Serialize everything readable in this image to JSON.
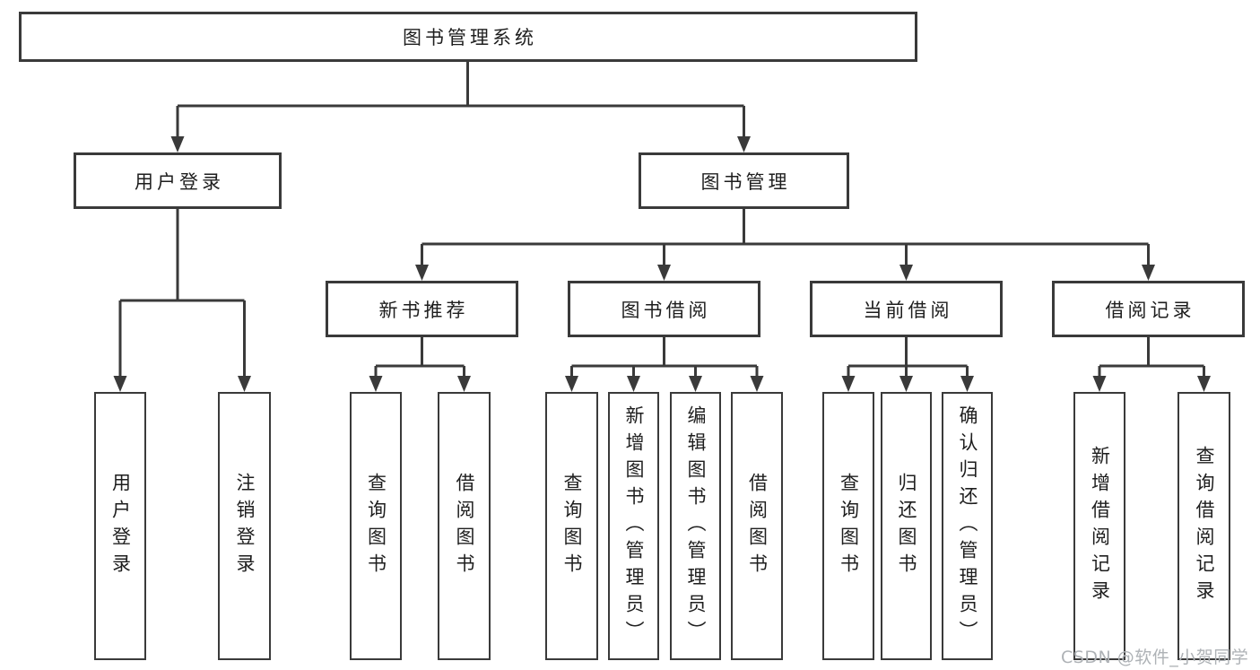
{
  "tree": {
    "label": "图书管理系统",
    "children": [
      {
        "label": "用户登录",
        "children": [
          {
            "label": "用户登录"
          },
          {
            "label": "注销登录"
          }
        ]
      },
      {
        "label": "图书管理",
        "children": [
          {
            "label": "新书推荐",
            "children": [
              {
                "label": "查询图书"
              },
              {
                "label": "借阅图书"
              }
            ]
          },
          {
            "label": "图书借阅",
            "children": [
              {
                "label": "查询图书"
              },
              {
                "label": "新增图书（管理员）"
              },
              {
                "label": "编辑图书（管理员）"
              },
              {
                "label": "借阅图书"
              }
            ]
          },
          {
            "label": "当前借阅",
            "children": [
              {
                "label": "查询图书"
              },
              {
                "label": "归还图书"
              },
              {
                "label": "确认归还（管理员）"
              }
            ]
          },
          {
            "label": "借阅记录",
            "children": [
              {
                "label": "新增借阅记录"
              },
              {
                "label": "查询借阅记录"
              }
            ]
          }
        ]
      }
    ]
  },
  "watermark": {
    "text": "CSDN @软件_小贺同学"
  },
  "colors": {
    "line": "#3a3a3a",
    "box_border": "#3a3a3a",
    "text": "#1e1e1e",
    "watermark": "#aeb2b6",
    "background": "#ffffff"
  }
}
